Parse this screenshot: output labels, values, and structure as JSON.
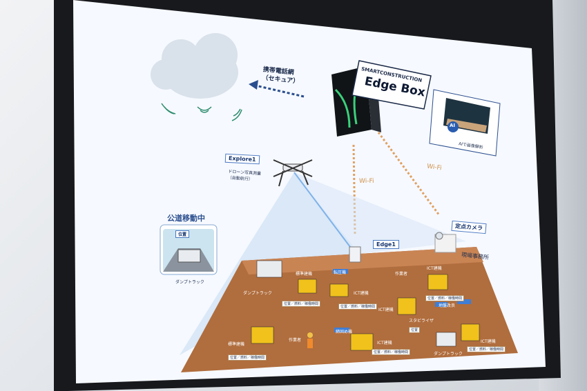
{
  "screen": {
    "edge_box_brand": "SMARTCONSTRUCTION",
    "edge_box_title": "Edge Box",
    "network_label": "携帯電話網\n（セキュア）",
    "ai_label": "AIで画像解析",
    "ai_badge": "AI",
    "wifi_left": "Wi-Fi",
    "wifi_right": "Wi-Fi",
    "drone_name": "Explore1",
    "drone_desc": "ドローン写真測量\n（自動航行）",
    "public_road_title": "公道移動中",
    "position_tag": "位置",
    "dump_truck_road": "ダンプトラック",
    "edge1_label": "Edge1",
    "fixed_camera": "定点カメラ",
    "site_office": "現場事務所",
    "site_labels": {
      "dump_truck_left": "ダンプトラック",
      "standard_machine_1": "標準建機",
      "standard_machine_2": "標準建機",
      "compaction": "転圧機",
      "ict_1": "ICT建機",
      "ict_2": "ICT建機",
      "ict_3": "ICT建機",
      "ict_4": "ICT建機",
      "ict_5": "ICT建機",
      "worker_1": "作業者",
      "worker_2": "作業者",
      "stabilizer": "スタビライザ",
      "soil_improve": "地盤改良",
      "compaction_2": "締固め機",
      "dump_truck_right": "ダンプトラック",
      "status_1": "位置／燃料／稼働時間",
      "status_2": "位置／燃料／稼働時間",
      "status_3": "位置／燃料／稼働時間",
      "status_4": "位置／燃料／稼働時間",
      "status_5": "位置／燃料／稼働時間",
      "status_6": "位置／燃料／稼働時間",
      "pos_1": "位置"
    },
    "colors": {
      "screen_bg": "#f4f8ff",
      "site_soil": "#b06d3d",
      "wifi_dash": "#e0a060",
      "accent_blue": "#2a5db0"
    }
  }
}
